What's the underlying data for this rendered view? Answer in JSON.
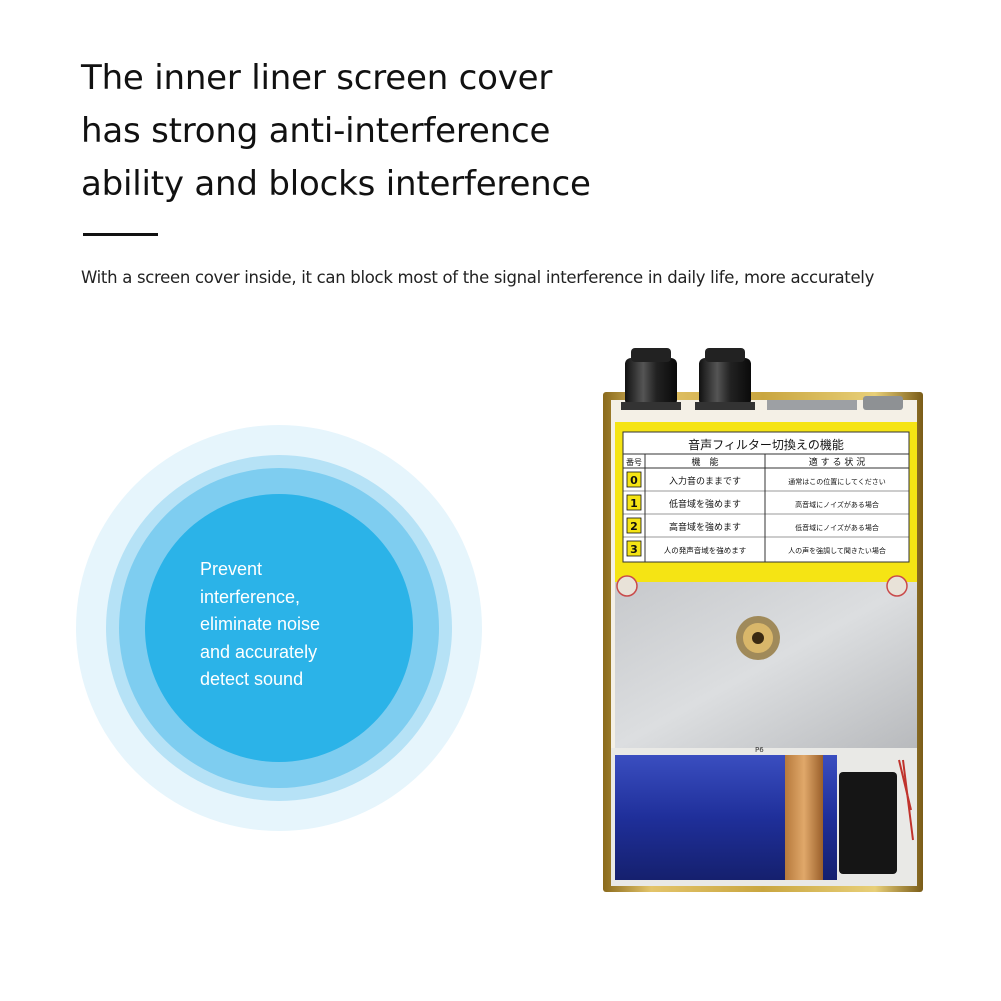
{
  "headline": {
    "lines": [
      "The inner liner screen cover",
      "has strong anti-interference",
      "ability and blocks interference"
    ]
  },
  "subtitle": "With a screen cover inside, it can block most of the signal interference in daily life, more accurately",
  "circle": {
    "lines": [
      "Prevent",
      "interference,",
      "eliminate noise",
      "and accurately",
      "detect sound"
    ]
  },
  "device": {
    "label": {
      "title": "音声フィルター切換えの機能",
      "headers": [
        "番号",
        "機　能",
        "適 す る 状 況"
      ],
      "rows": [
        {
          "num": "0",
          "func": "入力音のままです",
          "situation": "通常はこの位置にしてください"
        },
        {
          "num": "1",
          "func": "低音域を強めます",
          "situation": "高音域にノイズがある場合"
        },
        {
          "num": "2",
          "func": "高音域を強めます",
          "situation": "低音域にノイズがある場合"
        },
        {
          "num": "3",
          "func": "人の発声音域を強めます",
          "situation": "人の声を強調して聞きたい場合"
        }
      ]
    },
    "battery_marking": "P6"
  },
  "colors": {
    "circle_outer": "#e6f5fc",
    "circle_inner": "#2bb3e8",
    "label_yellow": "#f5e414",
    "gold_frame": "#c9a640",
    "battery_blue": "#1f2f9a"
  }
}
